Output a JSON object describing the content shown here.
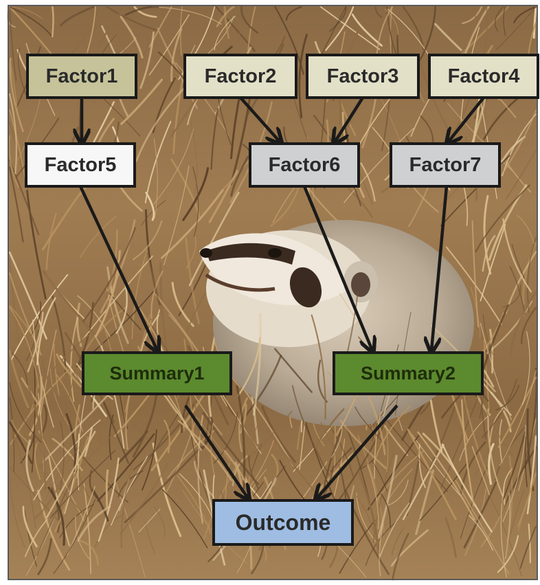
{
  "diagram": {
    "background_description_icon": "badger-photo",
    "colors": {
      "frame": "#5a5a5a",
      "edge": "#1a1a1a",
      "tan": "#c6c39a",
      "cream": "#e3e0c8",
      "white": "#f7f7f7",
      "gray": "#cfd0d2",
      "green": "#5c8a2e",
      "green_text": "#1f2d0b",
      "blue": "#9fbde3",
      "node_border": "#1a1a1a",
      "node_text": "#2a2a2a"
    },
    "nodes": [
      {
        "id": "factor1",
        "label": "Factor1",
        "fill": "#c6c39a"
      },
      {
        "id": "factor2",
        "label": "Factor2",
        "fill": "#e3e0c8"
      },
      {
        "id": "factor3",
        "label": "Factor3",
        "fill": "#e3e0c8"
      },
      {
        "id": "factor4",
        "label": "Factor4",
        "fill": "#e3e0c8"
      },
      {
        "id": "factor5",
        "label": "Factor5",
        "fill": "#f7f7f7"
      },
      {
        "id": "factor6",
        "label": "Factor6",
        "fill": "#cfd0d2"
      },
      {
        "id": "factor7",
        "label": "Factor7",
        "fill": "#cfd0d2"
      },
      {
        "id": "summary1",
        "label": "Summary1",
        "fill": "#5c8a2e"
      },
      {
        "id": "summary2",
        "label": "Summary2",
        "fill": "#5c8a2e"
      },
      {
        "id": "outcome",
        "label": "Outcome",
        "fill": "#9fbde3"
      }
    ],
    "edges": [
      {
        "from": "factor1",
        "to": "factor5"
      },
      {
        "from": "factor2",
        "to": "factor6"
      },
      {
        "from": "factor3",
        "to": "factor6"
      },
      {
        "from": "factor4",
        "to": "factor7"
      },
      {
        "from": "factor5",
        "to": "summary1"
      },
      {
        "from": "factor6",
        "to": "summary2"
      },
      {
        "from": "factor7",
        "to": "summary2"
      },
      {
        "from": "summary1",
        "to": "outcome"
      },
      {
        "from": "summary2",
        "to": "outcome"
      }
    ]
  }
}
